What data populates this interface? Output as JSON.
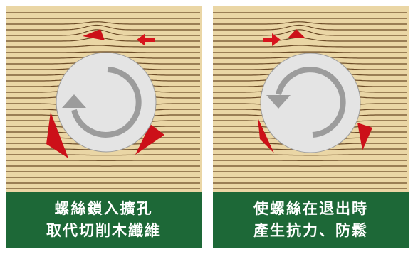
{
  "panels": [
    {
      "caption": {
        "line1": "螺絲鎖入擴孔",
        "line2": "取代切削木纖維"
      },
      "rotation": "clockwise",
      "fiber_arrow": "left"
    },
    {
      "caption": {
        "line1": "使螺絲在退出時",
        "line2": "產生抗力、防鬆"
      },
      "rotation": "counterclockwise",
      "fiber_arrow": "right"
    }
  ],
  "colors": {
    "wood_background": "#ead6a5",
    "fiber_line": "#6b4a26",
    "compression_zone": "#cc1019",
    "screw_face": "#e4e4e4",
    "rotation_arrow": "#9c9c9c",
    "direction_arrow": "#d7141d",
    "caption_background": "#1d6837",
    "caption_text": "#ffffff"
  }
}
